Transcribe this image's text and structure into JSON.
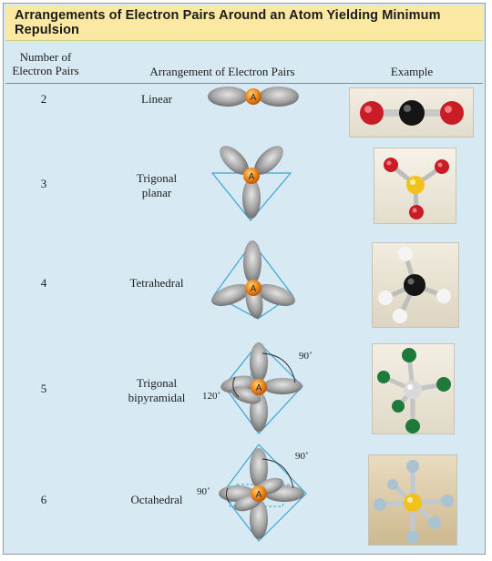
{
  "title": "Arrangements of Electron Pairs Around an Atom Yielding Minimum Repulsion",
  "headers": {
    "pairs_line1": "Number of",
    "pairs_line2": "Electron Pairs",
    "arrangement": "Arrangement of Electron Pairs",
    "example": "Example"
  },
  "central_atom_label": "A",
  "rows": [
    {
      "pairs": "2",
      "arrangement": "Linear",
      "arrangement_line2": ""
    },
    {
      "pairs": "3",
      "arrangement": "Trigonal",
      "arrangement_line2": "planar"
    },
    {
      "pairs": "4",
      "arrangement": "Tetrahedral",
      "arrangement_line2": ""
    },
    {
      "pairs": "5",
      "arrangement": "Trigonal",
      "arrangement_line2": "bipyramidal"
    },
    {
      "pairs": "6",
      "arrangement": "Octahedral",
      "arrangement_line2": ""
    }
  ],
  "angles": {
    "tbp_axial": "90˚",
    "tbp_equatorial": "120˚",
    "oct_top": "90˚",
    "oct_side": "90˚"
  },
  "colors": {
    "title_band": "#fbe9a3",
    "panel": "#d7e9f3",
    "lobe": "#9e9e9e",
    "central_atom": "#f08a1e",
    "frame_lines": "#3aa6d6"
  }
}
